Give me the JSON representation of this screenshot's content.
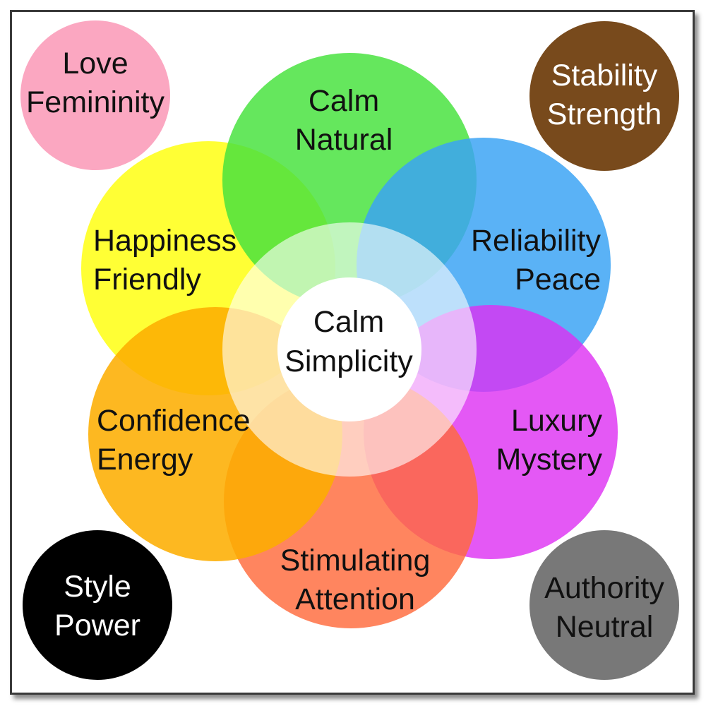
{
  "petals": [
    {
      "id": "green",
      "color": "#47e23e",
      "line1": "Calm",
      "line2": "Natural"
    },
    {
      "id": "blue",
      "color": "#3aa3f4",
      "line1": "Reliability",
      "line2": "Peace"
    },
    {
      "id": "purple",
      "color": "#dd2ef2",
      "line1": "Luxury",
      "line2": "Mystery"
    },
    {
      "id": "red",
      "color": "#ff6a3c",
      "line1": "Stimulating",
      "line2": "Attention"
    },
    {
      "id": "orange",
      "color": "#fdad00",
      "line1": "Confidence",
      "line2": "Energy"
    },
    {
      "id": "yellow",
      "color": "#ffff17",
      "line1": "Happiness",
      "line2": "Friendly"
    }
  ],
  "ring": {
    "color": "#ffffff",
    "opacity": 0.6
  },
  "center": {
    "color": "#ffffff",
    "line1": "Calm",
    "line2": "Simplicity"
  },
  "corners": [
    {
      "id": "pink",
      "color": "#fba7c1",
      "text_color": "#111111",
      "line1": "Love",
      "line2": "Femininity"
    },
    {
      "id": "brown",
      "color": "#784a1c",
      "text_color": "#ffffff",
      "line1": "Stability",
      "line2": "Strength"
    },
    {
      "id": "black",
      "color": "#000000",
      "text_color": "#ffffff",
      "line1": "Style",
      "line2": "Power"
    },
    {
      "id": "gray",
      "color": "#787878",
      "text_color": "#111111",
      "line1": "Authority",
      "line2": "Neutral"
    }
  ]
}
